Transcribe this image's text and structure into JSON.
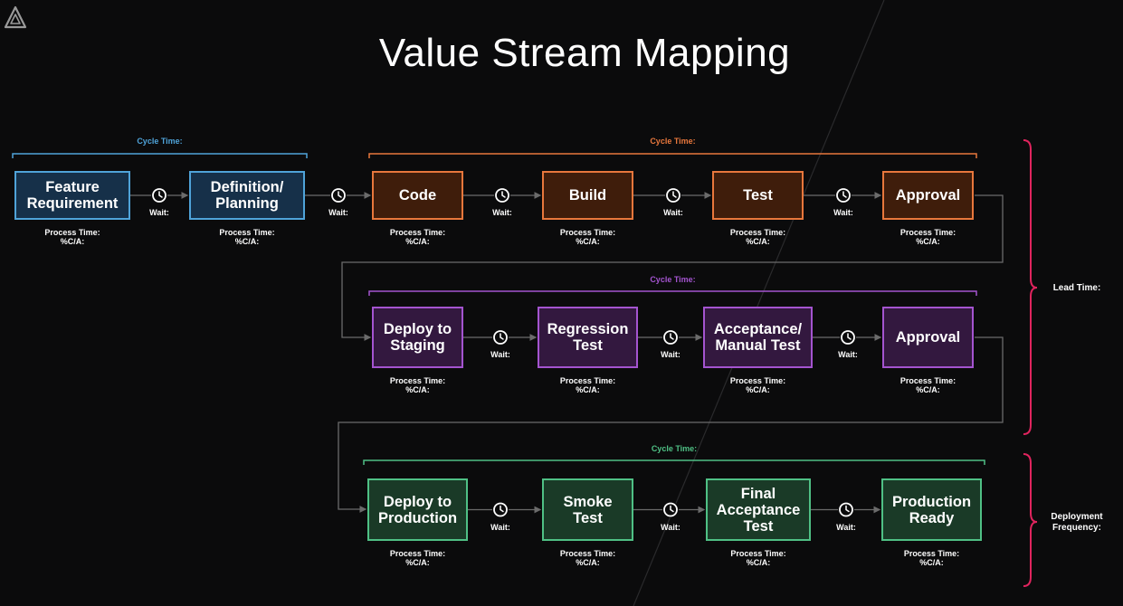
{
  "title": "Value Stream Mapping",
  "labels": {
    "cycle_time": "Cycle Time:",
    "wait": "Wait:",
    "process_time": "Process Time:",
    "ca": "%C/A:",
    "lead_time": "Lead Time:",
    "deployment_frequency": "Deployment\nFrequency:"
  },
  "colors": {
    "blue": "#4fa3d9",
    "orange": "#e8773c",
    "purple": "#a454d0",
    "green": "#4fc085",
    "background": "#0b0b0c",
    "connector": "#6b6b6b",
    "bracket": "#e0245e"
  },
  "icons": {
    "wait": "clock-icon",
    "logo": "triangle-logo-icon"
  },
  "stages": {
    "planning": {
      "color": "blue",
      "steps": [
        "Feature\nRequirement",
        "Definition/\nPlanning"
      ]
    },
    "development": {
      "color": "orange",
      "steps": [
        "Code",
        "Build",
        "Test",
        "Approval"
      ]
    },
    "validation": {
      "color": "purple",
      "steps": [
        "Deploy to\nStaging",
        "Regression\nTest",
        "Acceptance/\nManual Test",
        "Approval"
      ]
    },
    "release": {
      "color": "green",
      "steps": [
        "Deploy to\nProduction",
        "Smoke\nTest",
        "Final\nAcceptance\nTest",
        "Production\nReady"
      ]
    }
  }
}
